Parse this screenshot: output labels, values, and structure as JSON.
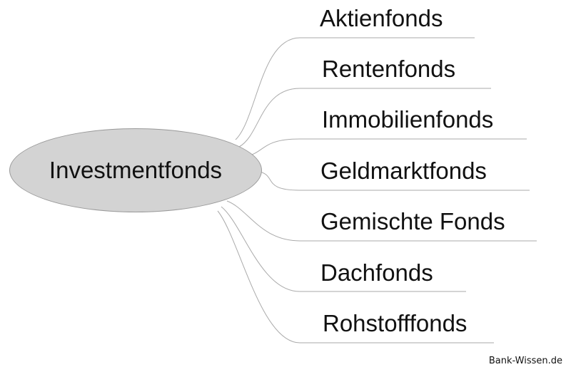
{
  "center": {
    "label": "Investmentfonds",
    "fill": "#d3d3d3"
  },
  "branches": [
    {
      "label": "Aktienfonds"
    },
    {
      "label": "Rentenfonds"
    },
    {
      "label": "Immobilienfonds"
    },
    {
      "label": "Geldmarktfonds"
    },
    {
      "label": "Gemischte Fonds"
    },
    {
      "label": "Dachfonds"
    },
    {
      "label": "Rohstofffonds"
    }
  ],
  "credit": "Bank-Wissen.de",
  "line_color": "#aaaaaa"
}
